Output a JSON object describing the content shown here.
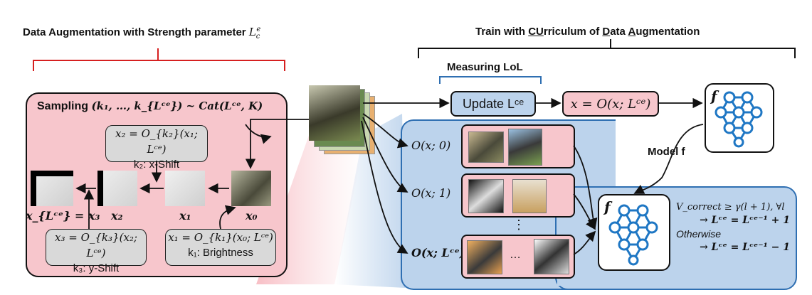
{
  "left": {
    "title": "Data Augmentation with Strength parameter",
    "title_sym": "L",
    "sampling_label": "Sampling",
    "sampling_formula": "(k₁, …, k_{Lᶜᵉ}) ~ Cat(Lᶜᵉ, K)",
    "box_x2_formula": "x₂ = O_{k₂}(x₁; Lᶜᵉ)",
    "box_x2_op": "k₂: x-Shift",
    "box_x3_formula": "x₃ = O_{k₃}(x₂; Lᶜᵉ)",
    "box_x3_op": "k₃: y-Shift",
    "box_x1_formula": "x₁ = O_{k₁}(x₀; Lᶜᵉ)",
    "box_x1_op": "k₁: Brightness",
    "label_x0": "x₀",
    "label_x1": "x₁",
    "label_x2": "x₂",
    "label_xL": "x_{Lᶜᵉ} = x₃"
  },
  "right": {
    "title_parts": [
      "Train with ",
      "CU",
      "rriculum of ",
      "D",
      "ata ",
      "A",
      "ugmentation"
    ],
    "measuring": "Measuring LoL",
    "update": "Update Lᶜᵉ",
    "x_formula": "x = O(x; Lᶜᵉ)",
    "model_label": "Model f",
    "f_symbol": "f",
    "o0": "O(x; 0)",
    "o1": "O(x; 1)",
    "oL": "O(x; Lᶜᵉ)",
    "dots": "⋮",
    "ellipsis": "…",
    "cond1": "V_correct ≥ γ(l + 1), ∀l",
    "res1": "→ Lᶜᵉ = Lᶜᵉ⁻¹ + 1",
    "otherwise": "Otherwise",
    "res2": "→ Lᶜᵉ = Lᶜᵉ⁻¹ − 1"
  },
  "colors": {
    "pink": "#f7c6cc",
    "blue": "#bcd3ec",
    "blue_border": "#2f6fb2",
    "red_brace": "#d62020",
    "node": "#1f77c4"
  }
}
